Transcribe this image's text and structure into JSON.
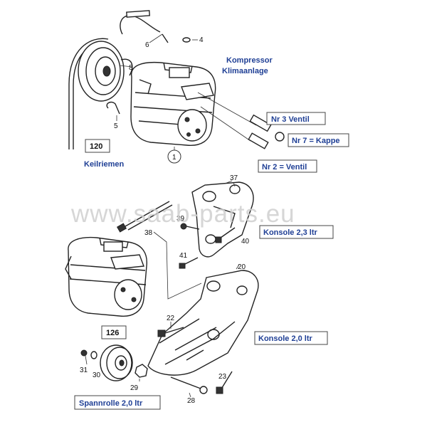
{
  "labels": {
    "kompressor_line1": "Kompressor",
    "kompressor_line2": "Klimaanlage",
    "keilriemen": "Keilriemen",
    "box_120": "120",
    "box_126": "126",
    "nr3": "Nr 3  Ventil",
    "nr7": "Nr 7 = Kappe",
    "nr2": "Nr 2 = Ventil",
    "konsole23": "Konsole 2,3 ltr",
    "konsole20": "Konsole 2,0 ltr",
    "spannrolle": "Spannrolle  2,0 ltr",
    "watermark": "www.saab-parts.eu"
  },
  "part_numbers": {
    "p1": "1",
    "p4": "4",
    "p5": "5",
    "p6": "6",
    "p8": "8",
    "p20": "20",
    "p22": "22",
    "p23": "23",
    "p28": "28",
    "p29": "29",
    "p30": "30",
    "p31": "31",
    "p37": "37",
    "p38": "38",
    "p39": "39",
    "p40": "40",
    "p41": "41"
  },
  "colors": {
    "label_text": "#1f3f95",
    "line": "#222222",
    "watermark": "#cfcfcf"
  }
}
